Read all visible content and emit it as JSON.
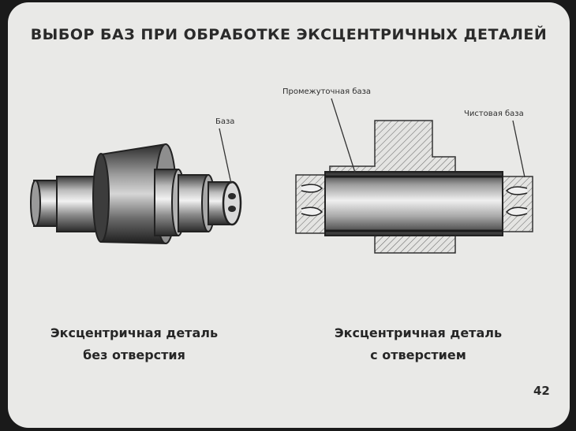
{
  "title": "ВЫБОР БАЗ ПРИ ОБРАБОТКЕ ЭКСЦЕНТРИЧНЫХ ДЕТАЛЕЙ",
  "left_figure": {
    "label_base": "База",
    "caption_line1": "Эксцентричная деталь",
    "caption_line2": "без отверстия"
  },
  "right_figure": {
    "label_intermediate": "Промежуточная база",
    "label_finishing": "Чистовая база",
    "caption_line1": "Эксцентричная деталь",
    "caption_line2": "с отверстием"
  },
  "page_number": "42"
}
